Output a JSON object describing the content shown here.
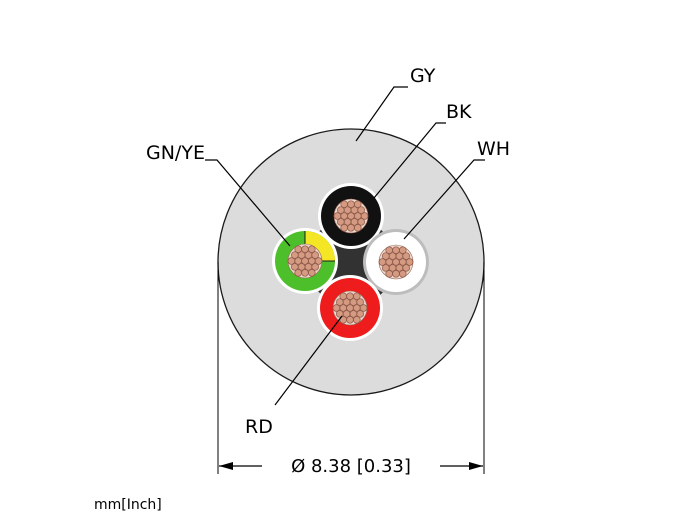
{
  "labels": {
    "jacket": "GY",
    "black_core": "BK",
    "white_core": "WH",
    "green_yellow_core": "GN/YE",
    "red_core": "RD"
  },
  "dimension": {
    "diameter": "Ø 8.38 [0.33]"
  },
  "units": "mm[Inch]",
  "colors": {
    "jacket": "#dcdcdc",
    "filler": "#323232",
    "black": "#111111",
    "white": "#ffffff",
    "green": "#4cbf2a",
    "yellow": "#f4e525",
    "red": "#ee1c1c",
    "copper": "#d59a82"
  }
}
